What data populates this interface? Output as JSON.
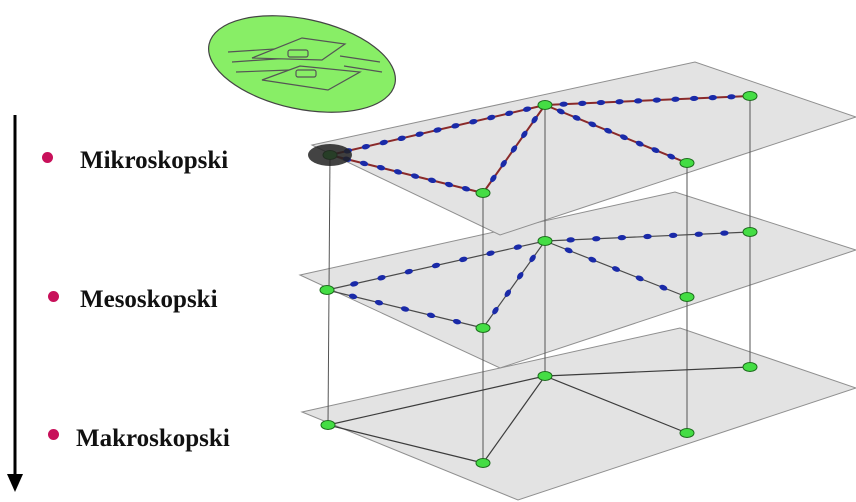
{
  "levels": [
    {
      "label": "Mikroskopski"
    },
    {
      "label": "Mesoskopski"
    },
    {
      "label": "Makroskopski"
    }
  ],
  "colors": {
    "plane_fill": "#e3e3e3",
    "plane_stroke": "#8f8f8f",
    "node_fill": "#44dd44",
    "link_line": "#8a2a2a",
    "link_dot": "#1a2aa8",
    "plain_link": "#3c3c3c",
    "bullet": "#c8105a",
    "inset_fill": "#88ee66",
    "arrow": "#000000"
  },
  "icons": [
    "down-arrow-icon",
    "road-junction-icon",
    "vehicle-highlight-icon"
  ]
}
